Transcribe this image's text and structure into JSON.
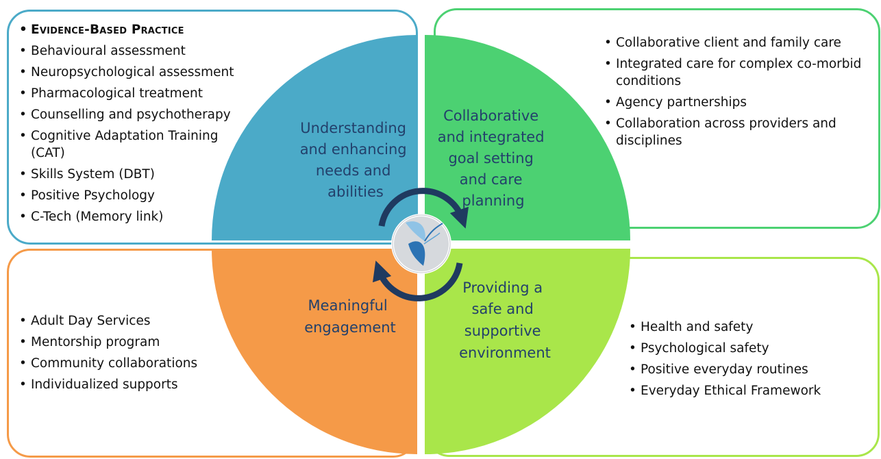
{
  "quadrants": [
    {
      "id": "top-left",
      "title_lines": [
        "Understanding",
        "and enhancing",
        "needs and",
        "abilities"
      ],
      "color": "#4baac8",
      "heading": "Evidence-Based Practice",
      "items": [
        "Behavioural assessment",
        "Neuropsychological assessment",
        "Pharmacological treatment",
        "Counselling and psychotherapy",
        "Cognitive Adaptation Training (CAT)",
        "Skills System (DBT)",
        "Positive Psychology",
        "C-Tech (Memory link)"
      ]
    },
    {
      "id": "top-right",
      "title_lines": [
        "Collaborative",
        "and integrated",
        "goal setting",
        "and care",
        "planning"
      ],
      "color": "#4cd172",
      "items": [
        "Collaborative client and family care",
        "Integrated care for complex co-morbid conditions",
        "Agency partnerships",
        "Collaboration across providers and disciplines"
      ]
    },
    {
      "id": "bottom-left",
      "title_lines": [
        "Meaningful",
        "engagement"
      ],
      "color": "#f59a48",
      "items": [
        "Adult Day Services",
        "Mentorship program",
        "Community collaborations",
        "Individualized supports"
      ]
    },
    {
      "id": "bottom-right",
      "title_lines": [
        "Providing a",
        "safe and",
        "supportive",
        "environment"
      ],
      "color": "#a9e64a",
      "items": [
        "Health and safety",
        "Psychological safety",
        "Positive everyday routines",
        "Everyday Ethical Framework"
      ]
    }
  ],
  "center": {
    "icon": "butterfly-logo-icon",
    "arrow_icon": "cycle-arrows-icon",
    "arrow_color": "#1f3a60"
  }
}
